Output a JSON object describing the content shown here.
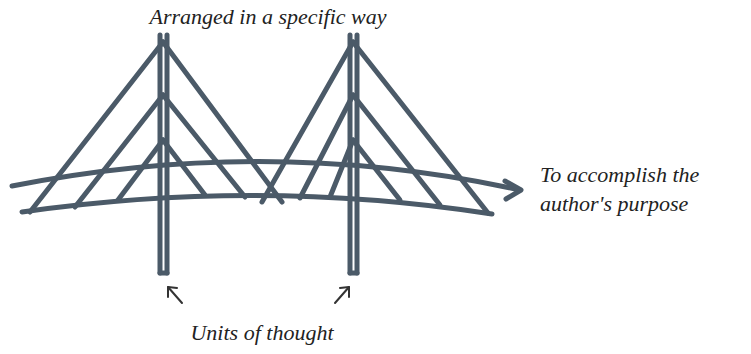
{
  "diagram": {
    "labels": [
      "Arranged in a specific way",
      "To accomplish the author's purpose",
      "Units of thought"
    ]
  }
}
